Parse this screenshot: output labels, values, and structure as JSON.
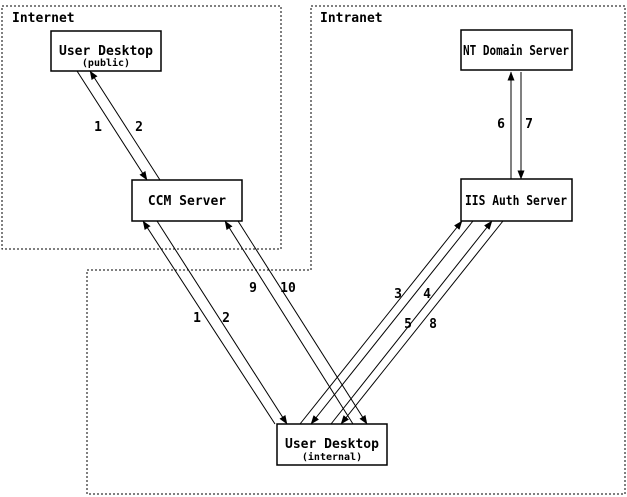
{
  "regions": {
    "internet": {
      "label": "Internet"
    },
    "intranet": {
      "label": "Intranet"
    }
  },
  "nodes": {
    "ud_public": {
      "label": "User Desktop",
      "sublabel": "(public)"
    },
    "ccm": {
      "label": "CCM Server"
    },
    "nt_domain": {
      "label": "NT Domain Server"
    },
    "iis": {
      "label": "IIS Auth Server"
    },
    "ud_internal": {
      "label": "User Desktop",
      "sublabel": "(internal)"
    }
  },
  "edge_labels": {
    "n1_public": "1",
    "n2_public": "2",
    "n1_internal": "1",
    "n2_internal": "2",
    "n3": "3",
    "n4": "4",
    "n5": "5",
    "n6": "6",
    "n7": "7",
    "n8": "8",
    "n9": "9",
    "n10": "10"
  },
  "colors": {
    "line": "#000000",
    "background": "#ffffff"
  }
}
